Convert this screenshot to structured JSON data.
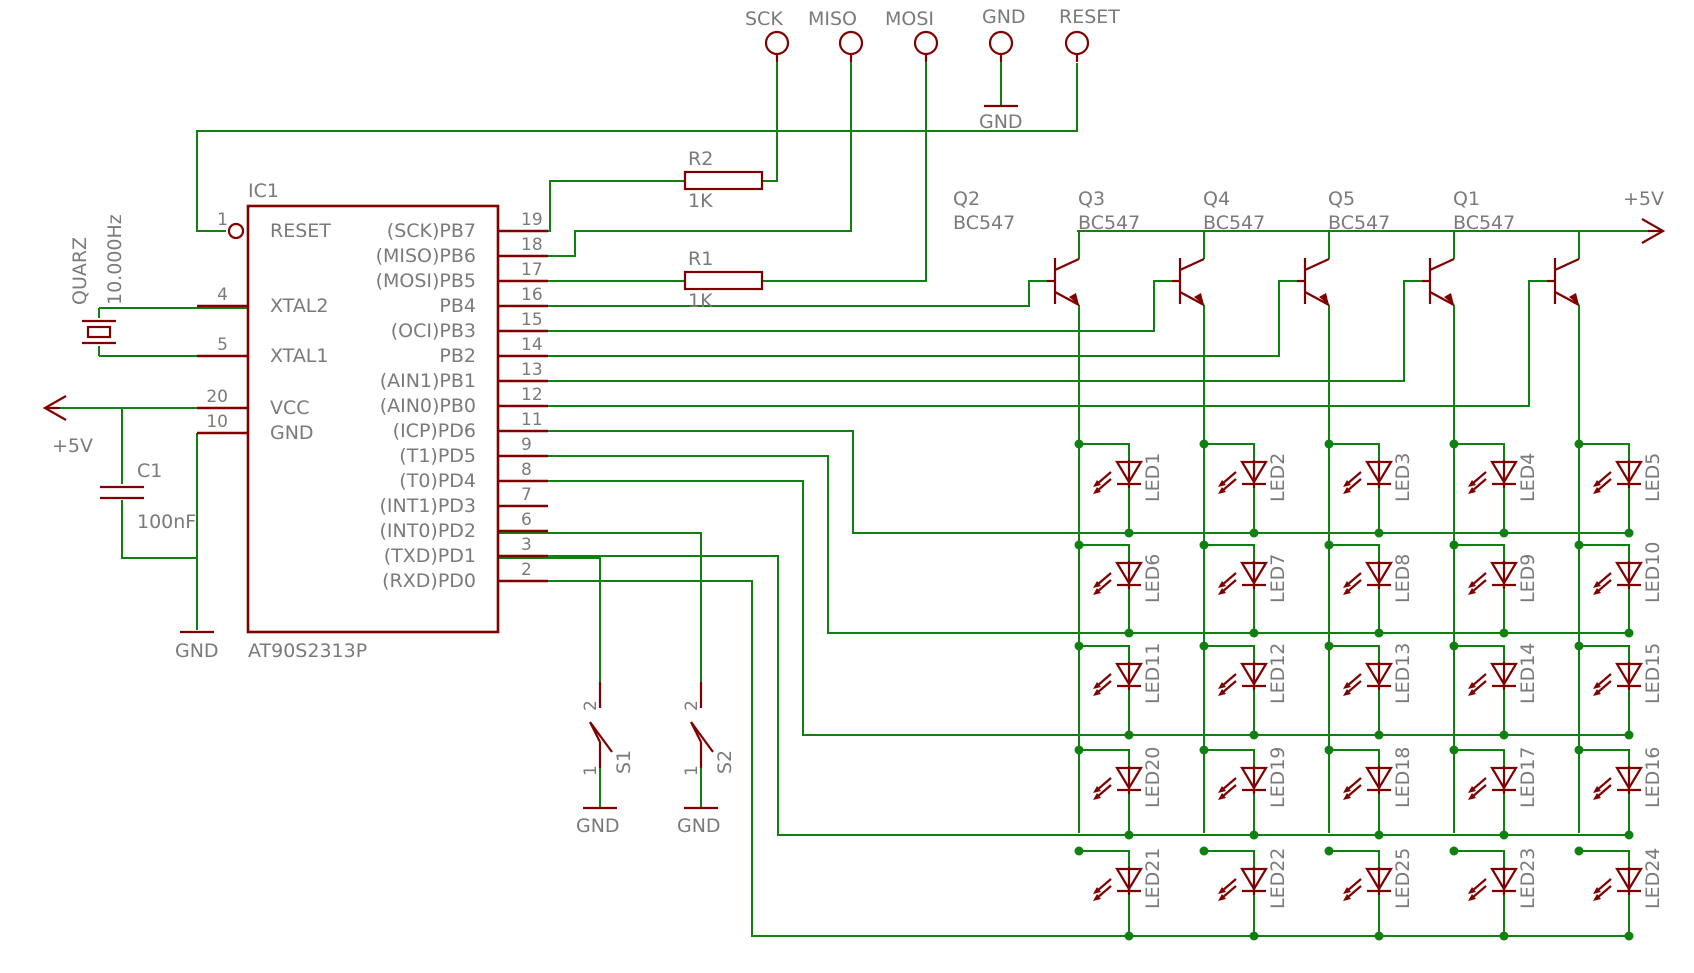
{
  "colors": {
    "component": "#800000",
    "wire": "#108010",
    "text": "#7a7a7a",
    "background": "#ffffff"
  },
  "connector": {
    "pins": [
      "SCK",
      "MISO",
      "MOSI",
      "GND",
      "RESET"
    ],
    "gnd_label": "GND"
  },
  "ic": {
    "ref": "IC1",
    "part": "AT90S2313P",
    "left_pins": [
      {
        "num": "1",
        "name": "RESET"
      },
      {
        "num": "4",
        "name": "XTAL2"
      },
      {
        "num": "5",
        "name": "XTAL1"
      },
      {
        "num": "20",
        "name": "VCC"
      },
      {
        "num": "10",
        "name": "GND"
      }
    ],
    "right_pins": [
      {
        "num": "19",
        "name": "(SCK)PB7"
      },
      {
        "num": "18",
        "name": "(MISO)PB6"
      },
      {
        "num": "17",
        "name": "(MOSI)PB5"
      },
      {
        "num": "16",
        "name": "PB4"
      },
      {
        "num": "15",
        "name": "(OCI)PB3"
      },
      {
        "num": "14",
        "name": "PB2"
      },
      {
        "num": "13",
        "name": "(AIN1)PB1"
      },
      {
        "num": "12",
        "name": "(AIN0)PB0"
      },
      {
        "num": "11",
        "name": "(ICP)PD6"
      },
      {
        "num": "9",
        "name": "(T1)PD5"
      },
      {
        "num": "8",
        "name": "(T0)PD4"
      },
      {
        "num": "7",
        "name": "(INT1)PD3"
      },
      {
        "num": "6",
        "name": "(INT0)PD2"
      },
      {
        "num": "3",
        "name": "(TXD)PD1"
      },
      {
        "num": "2",
        "name": "(RXD)PD0"
      }
    ]
  },
  "resistors": [
    {
      "ref": "R2",
      "value": "1K"
    },
    {
      "ref": "R1",
      "value": "1K"
    }
  ],
  "quartz": {
    "ref": "QUARZ",
    "value": "10.000Hz"
  },
  "capacitor": {
    "ref": "C1",
    "value": "100nF"
  },
  "supply": {
    "left": "+5V",
    "right": "+5V",
    "gnd": "GND"
  },
  "transistors": [
    {
      "ref": "Q2",
      "part": "BC547"
    },
    {
      "ref": "Q3",
      "part": "BC547"
    },
    {
      "ref": "Q4",
      "part": "BC547"
    },
    {
      "ref": "Q5",
      "part": "BC547"
    },
    {
      "ref": "Q1",
      "part": "BC547"
    }
  ],
  "switches": [
    {
      "ref": "S1",
      "pin_top": "2",
      "pin_bottom": "1",
      "gnd": "GND"
    },
    {
      "ref": "S2",
      "pin_top": "2",
      "pin_bottom": "1",
      "gnd": "GND"
    }
  ],
  "led_rows": [
    [
      "LED1",
      "LED2",
      "LED3",
      "LED4",
      "LED5"
    ],
    [
      "LED6",
      "LED7",
      "LED8",
      "LED9",
      "LED10"
    ],
    [
      "LED11",
      "LED12",
      "LED13",
      "LED14",
      "LED15"
    ],
    [
      "LED20",
      "LED19",
      "LED18",
      "LED17",
      "LED16"
    ],
    [
      "LED21",
      "LED22",
      "LED25",
      "LED23",
      "LED24"
    ]
  ]
}
